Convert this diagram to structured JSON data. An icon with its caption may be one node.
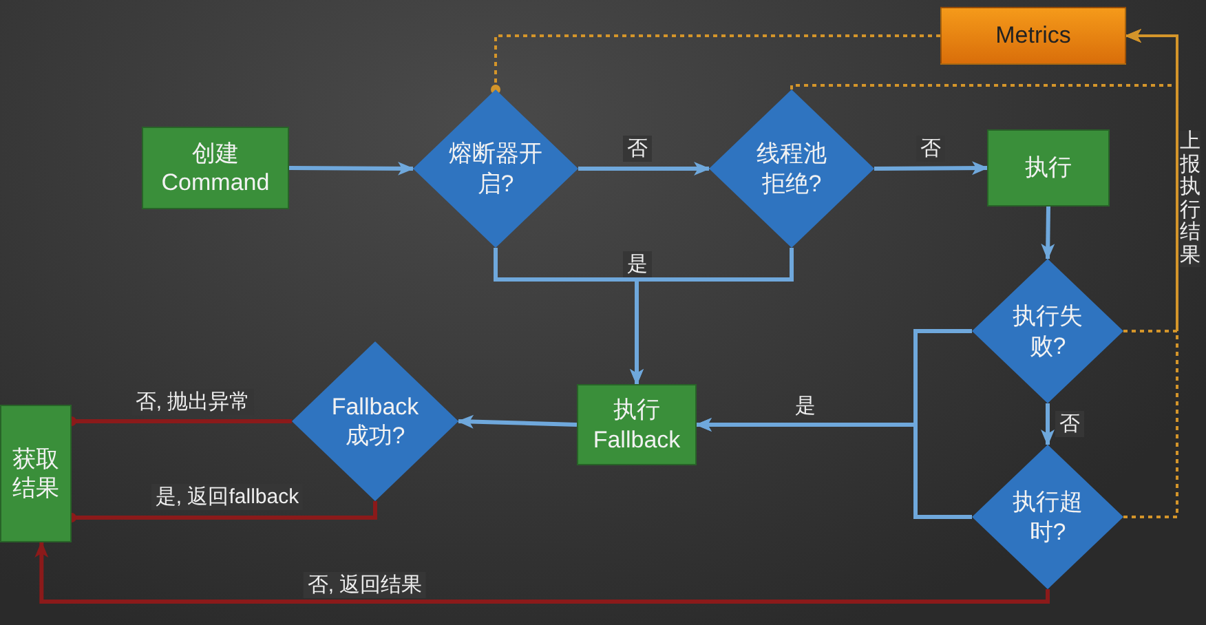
{
  "diagram": {
    "nodes": [
      {
        "text": [
          "创建 Command"
        ]
      },
      {
        "text": [
          "熔断器开启?"
        ]
      },
      {
        "text": [
          "线程池拒绝?"
        ]
      },
      {
        "text": [
          "执行"
        ]
      },
      {
        "text": [
          "Metrics"
        ]
      },
      {
        "text": [
          "执行失败?"
        ]
      },
      {
        "text": [
          "执行超时?"
        ]
      },
      {
        "text": [
          "执行 Fallback"
        ]
      },
      {
        "text": [
          "Fallback 成功?"
        ]
      },
      {
        "text": [
          "获取结果"
        ]
      }
    ],
    "edges": [
      {
        "from": 0,
        "to": 1,
        "arrow": "to"
      },
      {
        "from": 1,
        "to": 2,
        "arrow": "to",
        "label": "否"
      },
      {
        "from": 2,
        "to": 3,
        "arrow": "to",
        "label": "否"
      },
      {
        "from": 3,
        "to": 5,
        "arrow": "to"
      },
      {
        "from": 5,
        "to": 6,
        "arrow": "to",
        "label": "否"
      },
      {
        "from": 1,
        "to": 7,
        "arrow": "to",
        "label": "是"
      },
      {
        "from": 2,
        "to": 7,
        "arrow": "to"
      },
      {
        "from": 5,
        "to": 7,
        "arrow": "to",
        "label": "是"
      },
      {
        "from": 6,
        "to": 7,
        "arrow": "to"
      },
      {
        "from": 7,
        "to": 8,
        "arrow": "to"
      },
      {
        "from": 8,
        "to": 9,
        "arrow": "other",
        "label": "否, 抛出异常",
        "color": "#8b1a1a"
      },
      {
        "from": 8,
        "to": 9,
        "arrow": "other",
        "label": "是, 返回fallback",
        "color": "#8b1a1a"
      },
      {
        "from": 6,
        "to": 9,
        "arrow": "to",
        "label": "否, 返回结果",
        "color": "#8b1a1a"
      },
      {
        "from": 2,
        "to": 4,
        "arrow": "to",
        "style": "dashed",
        "color": "#d4952a"
      },
      {
        "from": 5,
        "to": 4,
        "arrow": "to",
        "style": "dashed",
        "color": "#d4952a"
      },
      {
        "from": 6,
        "to": 4,
        "arrow": "to",
        "style": "dashed",
        "color": "#d4952a"
      },
      {
        "from": 4,
        "to": 1,
        "arrow": "other",
        "style": "dashed",
        "color": "#d4952a"
      }
    ],
    "labels": [
      "上报执行结果"
    ]
  }
}
